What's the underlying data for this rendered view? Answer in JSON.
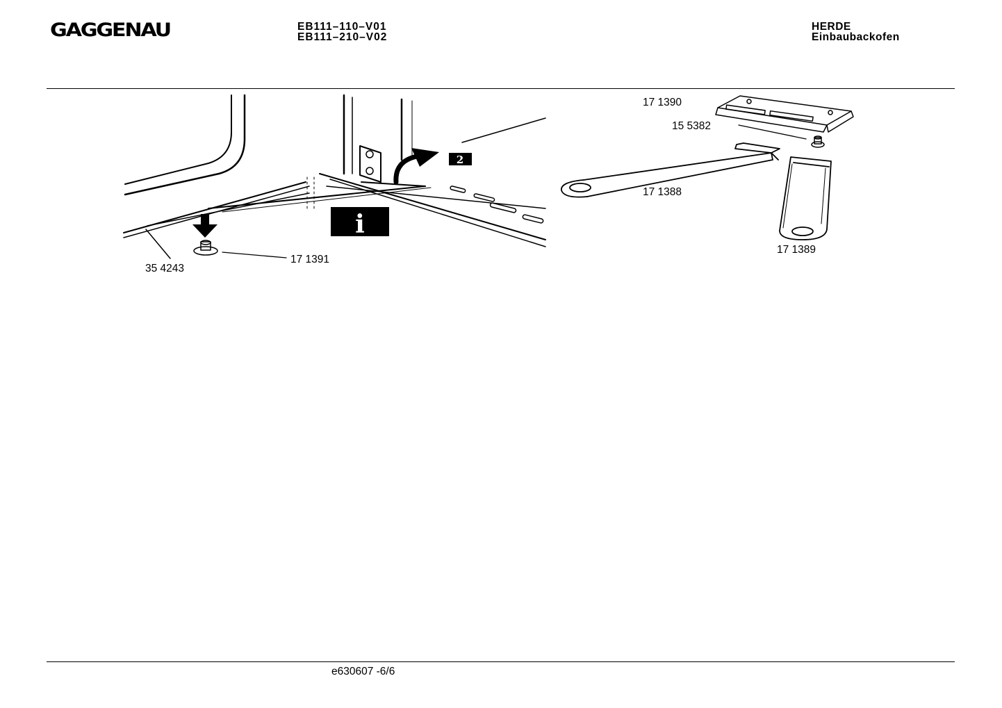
{
  "header": {
    "brand": "GAGGENAU",
    "models": [
      "EB111–110–V01",
      "EB111–210–V02"
    ],
    "category": "HERDE",
    "subcategory": "Einbaubackofen"
  },
  "drawing": {
    "step_badge": "2",
    "info_badge": "i",
    "parts": {
      "strip": "35 4243",
      "spacer": "17 1391",
      "cover": "17 1390",
      "screw": "15 5382",
      "lever_long": "17 1388",
      "lever_short": "17 1389"
    }
  },
  "footer": {
    "document_number": "e630607 -6/6"
  }
}
